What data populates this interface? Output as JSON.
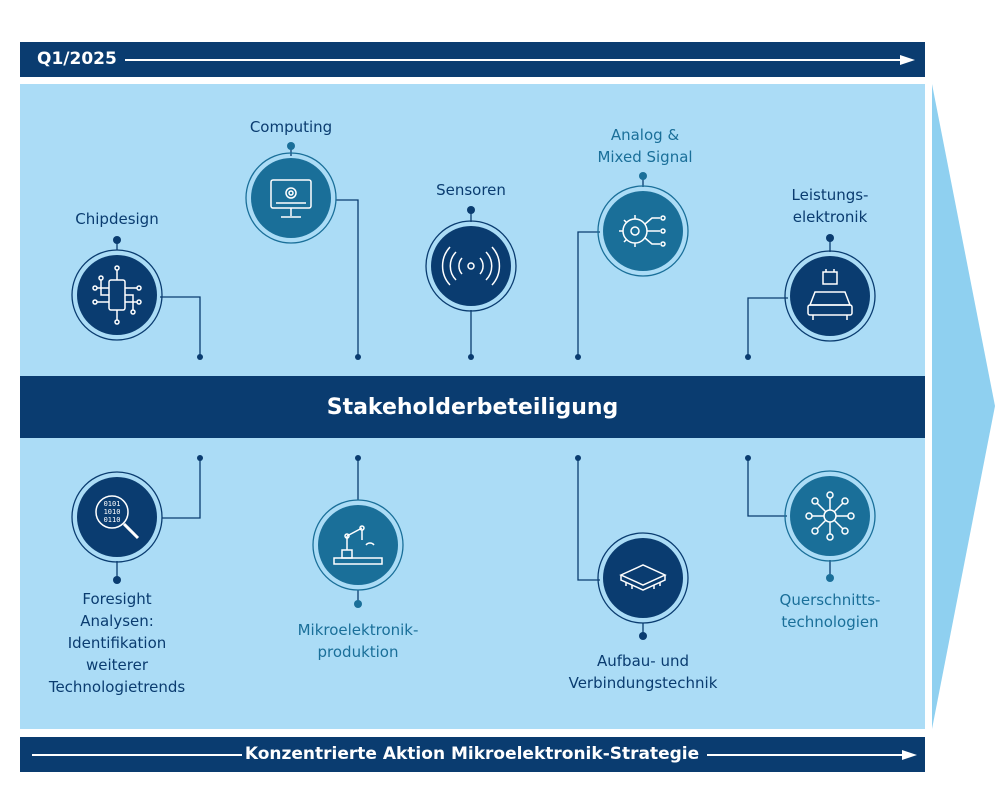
{
  "header": {
    "quarter": "Q1/2025"
  },
  "center": {
    "title": "Stakeholderbeteiligung"
  },
  "footer": {
    "title": "Konzentrierte Aktion Mikroelektronik-Strategie"
  },
  "top_nodes": [
    {
      "lines": [
        "Chipdesign"
      ],
      "icon": "circuit-icon"
    },
    {
      "lines": [
        "Computing"
      ],
      "icon": "monitor-gear-icon"
    },
    {
      "lines": [
        "Sensoren"
      ],
      "icon": "signal-waves-icon"
    },
    {
      "lines": [
        "Analog &",
        "Mixed Signal"
      ],
      "icon": "gear-circuit-icon"
    },
    {
      "lines": [
        "Leistungs-",
        "elektronik"
      ],
      "icon": "car-chip-icon"
    }
  ],
  "bottom_nodes": [
    {
      "lines": [
        "Foresight",
        "Analysen:",
        "Identifikation",
        "weiterer",
        "Technologietrends"
      ],
      "icon": "binary-magnifier-icon"
    },
    {
      "lines": [
        "Mikroelektronik-",
        "produktion"
      ],
      "icon": "robot-arm-icon"
    },
    {
      "lines": [
        "Aufbau- und",
        "Verbindungstechnik"
      ],
      "icon": "chip-icon"
    },
    {
      "lines": [
        "Querschnitts-",
        "technologien"
      ],
      "icon": "network-icon"
    }
  ],
  "colors": {
    "navy": "#0a3c70",
    "teal": "#1a6f99",
    "panel": "#abdcf6",
    "arrow": "#8fd0f0"
  }
}
